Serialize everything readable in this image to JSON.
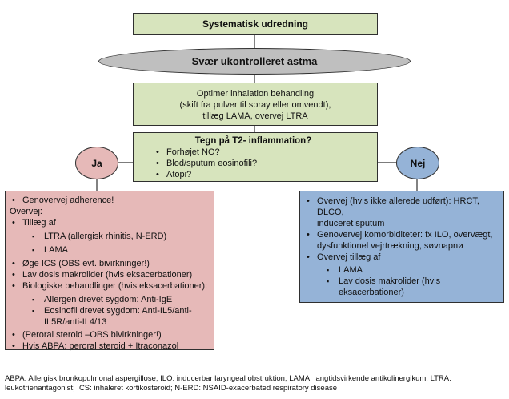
{
  "title_box": "Systematisk udredning",
  "ellipse": "Svær ukontrolleret astma",
  "optimize": {
    "line1": "Optimer inhalation behandling",
    "line2": "(skift fra pulver til spray eller omvendt),",
    "line3": "tillæg LAMA, overvej LTRA"
  },
  "t2": {
    "title": "Tegn på T2- inflammation?",
    "items": [
      "Forhøjet NO?",
      "Blod/sputum eosinofili?",
      "Atopi?"
    ]
  },
  "ja": "Ja",
  "nej": "Nej",
  "left": {
    "adherence": "Genovervej adherence!",
    "overvej": "Overvej:",
    "tillaeg": "Tillæg af",
    "ltra": "LTRA (allergisk rhinitis, N-ERD)",
    "lama": "LAMA",
    "ics": "Øge ICS (OBS evt. bivirkninger!)",
    "makrolider": "Lav dosis makrolider (hvis eksacerbationer)",
    "biologiske": "Biologiske behandlinger (hvis eksacerbationer):",
    "allergen": "Allergen drevet sygdom: Anti-IgE",
    "eosinofil1": "Eosinofil drevet sygdom: Anti-IL5/anti-",
    "eosinofil2": "IL5R/anti-IL4/13",
    "peroral": "(Peroral steroid –OBS bivirkninger!)",
    "abpa": "Hvis ABPA: peroral steroid + Itraconazol"
  },
  "right": {
    "item1a": "Overvej (hvis ikke allerede udført): HRCT, DLCO,",
    "item1b": "induceret sputum",
    "item2a": "Genovervej komorbiditeter: fx ILO, overvægt,",
    "item2b": "dysfunktionel vejrtrækning, søvnapnø",
    "item3": "Overvej tillæg af",
    "lama": "LAMA",
    "makro1": "Lav dosis makrolider (hvis",
    "makro2": "eksacerbationer)"
  },
  "footnote": {
    "line1": "ABPA: Allergisk bronkopulmonal aspergillose; ILO: inducerbar laryngeal obstruktion; LAMA: langtidsvirkende antikolinergikum; LTRA:",
    "line2": "leukotrienantagonist; ICS: inhaleret kortikosteroid; N-ERD: NSAID-exacerbated respiratory disease"
  },
  "colors": {
    "green": "#d7e4bd",
    "grey_ellipse": "#bfbfbf",
    "red": "#e6b9b8",
    "blue": "#95b3d7",
    "line": "#2f2f2f"
  }
}
